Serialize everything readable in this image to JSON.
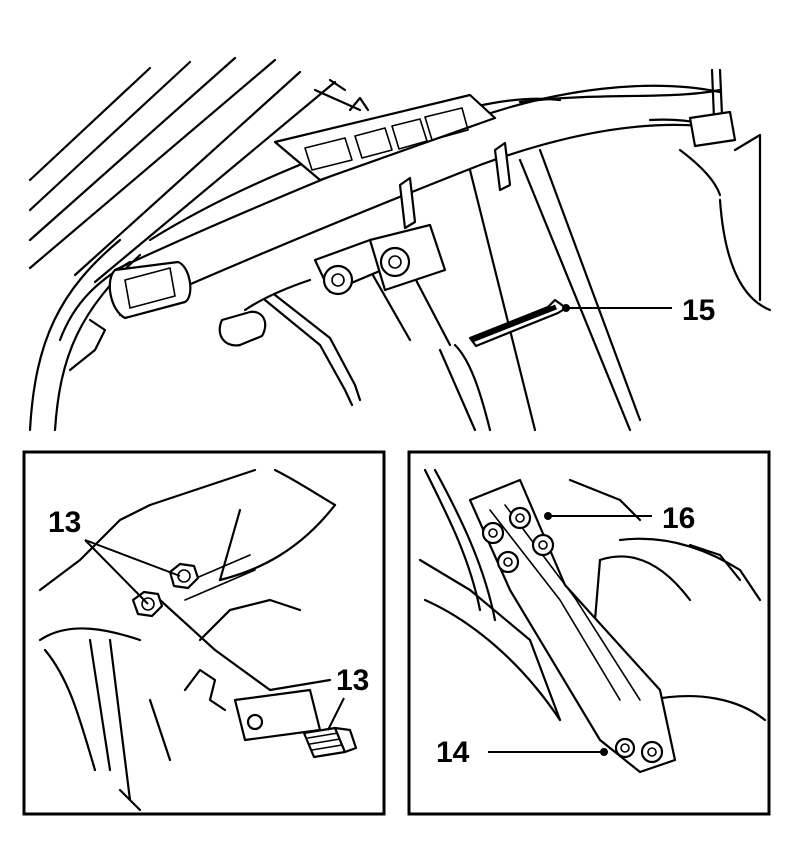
{
  "callouts": {
    "main_view": {
      "strap": "15"
    },
    "left_inset": {
      "nuts": "13",
      "bolt": "13"
    },
    "right_inset": {
      "bolts": "16",
      "bracket": "14"
    }
  },
  "colors": {
    "ink": "#000000",
    "paper": "#ffffff"
  }
}
